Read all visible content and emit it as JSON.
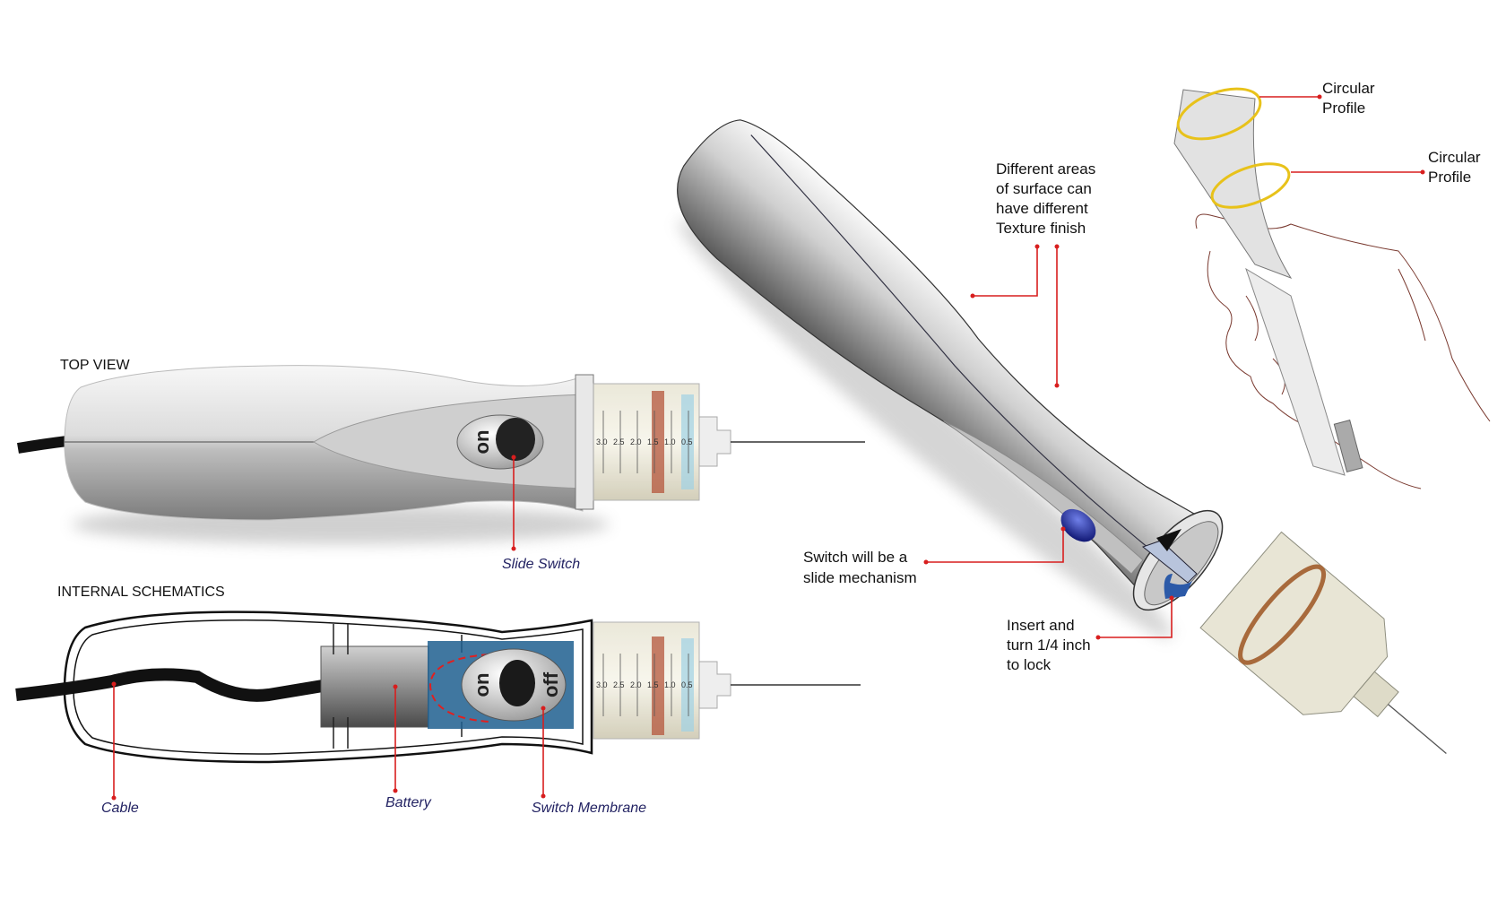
{
  "top_view": {
    "title": "TOP VIEW",
    "switch_label": "on",
    "callout": "Slide Switch",
    "scale_ticks": [
      "3.0",
      "2.5",
      "2.0",
      "1.5",
      "1.0",
      "0.5"
    ]
  },
  "schematics": {
    "title": "INTERNAL SCHEMATICS",
    "switch_on": "on",
    "switch_off": "off",
    "callouts": {
      "cable": "Cable",
      "battery": "Battery",
      "membrane": "Switch Membrane"
    },
    "scale_ticks": [
      "3.0",
      "2.5",
      "2.0",
      "1.5",
      "1.0",
      "0.5"
    ]
  },
  "perspective": {
    "texture_note": [
      "Different areas",
      "of surface can",
      "have different",
      "Texture finish"
    ],
    "switch_note": [
      "Switch will be a",
      "slide mechanism"
    ],
    "insert_note": [
      "Insert and",
      "turn 1/4 inch",
      "to lock"
    ]
  },
  "hand_sketch": {
    "profile_top": [
      "Circular",
      "Profile"
    ],
    "profile_mid": [
      "Circular",
      "Profile"
    ]
  },
  "colors": {
    "leader": "#d81e1e",
    "callout_text": "#232363",
    "profile_ring": "#e8c21a",
    "switch_blue": "#1a2c9a"
  }
}
